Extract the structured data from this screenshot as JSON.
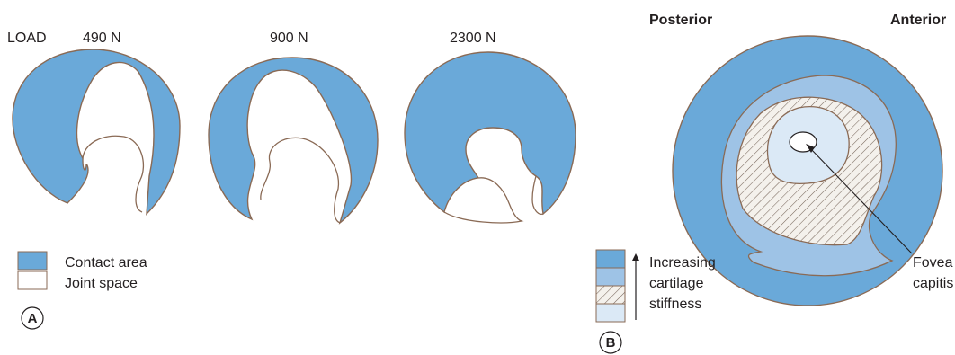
{
  "panel_a": {
    "load_label": "LOAD",
    "loads": [
      {
        "label": "490 N"
      },
      {
        "label": "900 N"
      },
      {
        "label": "2300 N"
      }
    ],
    "legend": [
      {
        "label": "Contact area",
        "color": "#6aa9d9"
      },
      {
        "label": "Joint space",
        "color": "#ffffff"
      }
    ],
    "panel_letter": "A"
  },
  "panel_b": {
    "posterior_label": "Posterior",
    "anterior_label": "Anterior",
    "legend_lines": [
      "Increasing",
      "cartilage",
      "stiffness"
    ],
    "fovea_line1": "Fovea",
    "fovea_line2": "capitis",
    "panel_letter": "B",
    "stiffness_levels": [
      {
        "color": "#6aa9d9"
      },
      {
        "color": "#9ec3e6"
      },
      {
        "color": "hatched"
      },
      {
        "color": "#dbe9f6"
      }
    ]
  },
  "colors": {
    "contact": "#6aa9d9",
    "outline": "#8a6a55",
    "mid": "#9ec3e6",
    "light": "#dbe9f6"
  }
}
